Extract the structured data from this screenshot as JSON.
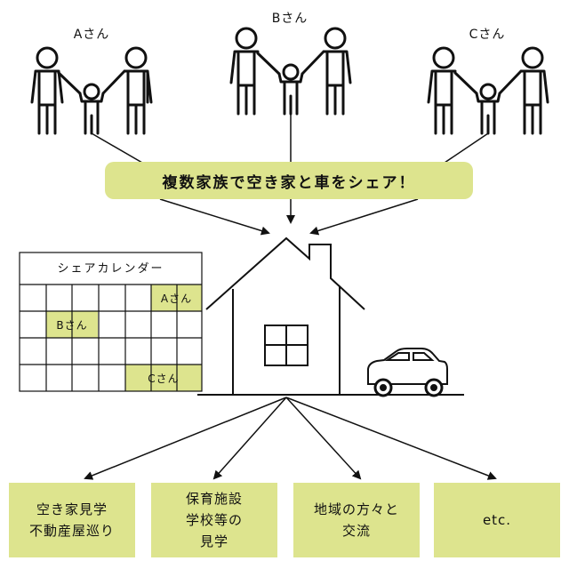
{
  "families": [
    {
      "label": "Aさん"
    },
    {
      "label": "Bさん"
    },
    {
      "label": "Cさん"
    }
  ],
  "banner": "複数家族で空き家と車をシェア！",
  "calendar": {
    "title": "シェアカレンダー",
    "entries": [
      {
        "label": "Aさん"
      },
      {
        "label": "Bさん"
      },
      {
        "label": "Cさん"
      }
    ]
  },
  "outcomes": [
    {
      "line1": "空き家見学",
      "line2": "不動産屋巡り",
      "line3": ""
    },
    {
      "line1": "保育施設",
      "line2": "学校等の",
      "line3": "見学"
    },
    {
      "line1": "地域の方々と",
      "line2": "交流",
      "line3": ""
    },
    {
      "line1": "etc.",
      "line2": "",
      "line3": ""
    }
  ],
  "colors": {
    "accent": "#dde48e",
    "line": "#111111"
  },
  "icons": [
    "family-icon",
    "house-icon",
    "car-icon",
    "window-icon"
  ]
}
